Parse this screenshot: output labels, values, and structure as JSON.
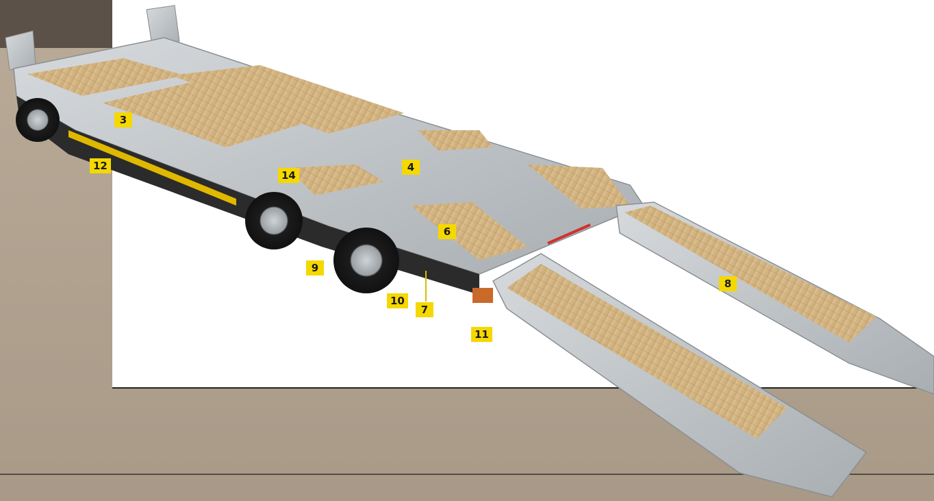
{
  "colors": {
    "callout_bg": "#f5d800",
    "callout_text": "#1a1a1a",
    "ground": "#c9bba8",
    "backdrop": "#ffffff",
    "galvanized": "#c4c9cd",
    "wood": "#d9b98a",
    "frame_dark": "#2b2b2b",
    "marker_red": "#d0312d"
  },
  "callouts": [
    {
      "id": "c3",
      "label": "3"
    },
    {
      "id": "c12",
      "label": "12"
    },
    {
      "id": "c14",
      "label": "14"
    },
    {
      "id": "c4",
      "label": "4"
    },
    {
      "id": "c6",
      "label": "6"
    },
    {
      "id": "c9",
      "label": "9"
    },
    {
      "id": "c10",
      "label": "10"
    },
    {
      "id": "c7",
      "label": "7"
    },
    {
      "id": "c11",
      "label": "11"
    },
    {
      "id": "c8",
      "label": "8"
    }
  ]
}
